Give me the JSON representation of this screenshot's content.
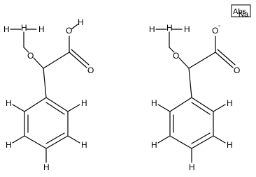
{
  "molecule_left": {
    "atoms": {
      "h_methyl_left": "H",
      "h_methyl_right": "H",
      "h_methyl_bottom": "H",
      "ether_oxygen": "O",
      "hydroxyl_oxygen": "O",
      "hydroxyl_hydrogen": "H",
      "carbonyl_oxygen": "O",
      "h_ring_1": "H",
      "h_ring_2": "H",
      "h_ring_3": "H",
      "h_ring_4": "H",
      "h_ring_5": "H"
    }
  },
  "molecule_right": {
    "atoms": {
      "h_methyl_left": "H",
      "h_methyl_right": "H",
      "h_methyl_bottom": "H",
      "ether_oxygen": "O",
      "anion_oxygen": "O",
      "anion_charge": "-",
      "carbonyl_oxygen": "O",
      "h_ring_1": "H",
      "h_ring_2": "H",
      "h_ring_3": "H",
      "h_ring_4": "H",
      "h_ring_5": "H"
    }
  },
  "counter_ion": {
    "label": "Na",
    "box_label": "Abs"
  }
}
